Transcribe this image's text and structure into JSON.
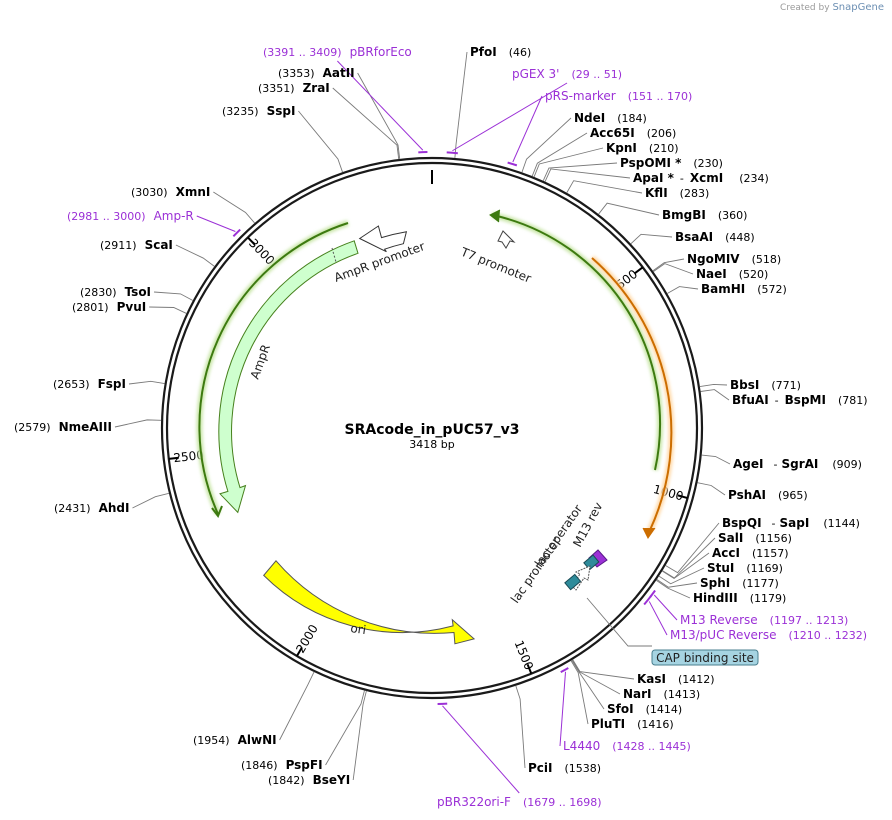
{
  "credit": {
    "prefix": "Created by",
    "brand": "SnapGene"
  },
  "plasmid": {
    "name": "SRAcode_in_pUC57_v3",
    "size_label": "3418 bp",
    "length": 3418
  },
  "ticks": [
    {
      "pos": 500,
      "label": "500"
    },
    {
      "pos": 1000,
      "label": "1000"
    },
    {
      "pos": 1500,
      "label": "1500"
    },
    {
      "pos": 2000,
      "label": "2000"
    },
    {
      "pos": 2500,
      "label": "2500"
    },
    {
      "pos": 3000,
      "label": "3000"
    }
  ],
  "enzymes": [
    {
      "name": "PfoI",
      "pos_label": "(46)",
      "pos": 46
    },
    {
      "name": "NdeI",
      "pos_label": "(184)",
      "pos": 184
    },
    {
      "name": "Acc65I",
      "pos_label": "(206)",
      "pos": 206
    },
    {
      "name": "KpnI",
      "pos_label": "(210)",
      "pos": 210
    },
    {
      "name": "PspOMI *",
      "pos_label": "(230)",
      "pos": 230
    },
    {
      "name": "ApaI *",
      "pair": "XcmI",
      "pos_label": "(234)",
      "pos": 234
    },
    {
      "name": "KflI",
      "pos_label": "(283)",
      "pos": 283
    },
    {
      "name": "BmgBI",
      "pos_label": "(360)",
      "pos": 360
    },
    {
      "name": "BsaAI",
      "pos_label": "(448)",
      "pos": 448
    },
    {
      "name": "NgoMIV",
      "pos_label": "(518)",
      "pos": 518
    },
    {
      "name": "NaeI",
      "pos_label": "(520)",
      "pos": 520
    },
    {
      "name": "BamHI",
      "pos_label": "(572)",
      "pos": 572
    },
    {
      "name": "BbsI",
      "pos_label": "(771)",
      "pos": 771
    },
    {
      "name": "BfuAI",
      "pair": "BspMI",
      "pos_label": "(781)",
      "pos": 781
    },
    {
      "name": "AgeI",
      "pair": "SgrAI",
      "pos_label": "(909)",
      "pos": 909
    },
    {
      "name": "PshAI",
      "pos_label": "(965)",
      "pos": 965
    },
    {
      "name": "BspQI",
      "pair": "SapI",
      "pos_label": "(1144)",
      "pos": 1144
    },
    {
      "name": "SalI",
      "pos_label": "(1156)",
      "pos": 1156
    },
    {
      "name": "AccI",
      "pos_label": "(1157)",
      "pos": 1157
    },
    {
      "name": "StuI",
      "pos_label": "(1169)",
      "pos": 1169
    },
    {
      "name": "SphI",
      "pos_label": "(1177)",
      "pos": 1177
    },
    {
      "name": "HindIII",
      "pos_label": "(1179)",
      "pos": 1179
    },
    {
      "name": "KasI",
      "pos_label": "(1412)",
      "pos": 1412
    },
    {
      "name": "NarI",
      "pos_label": "(1413)",
      "pos": 1413
    },
    {
      "name": "SfoI",
      "pos_label": "(1414)",
      "pos": 1414
    },
    {
      "name": "PluTI",
      "pos_label": "(1416)",
      "pos": 1416
    },
    {
      "name": "PciI",
      "pos_label": "(1538)",
      "pos": 1538
    },
    {
      "name": "BseYI",
      "pos_label": "(1842)",
      "pos": 1842
    },
    {
      "name": "PspFI",
      "pos_label": "(1846)",
      "pos": 1846
    },
    {
      "name": "AlwNI",
      "pos_label": "(1954)",
      "pos": 1954
    },
    {
      "name": "AhdI",
      "pos_label": "(2431)",
      "pos": 2431
    },
    {
      "name": "NmeAIII",
      "pos_label": "(2579)",
      "pos": 2579
    },
    {
      "name": "FspI",
      "pos_label": "(2653)",
      "pos": 2653
    },
    {
      "name": "PvuI",
      "pos_label": "(2801)",
      "pos": 2801
    },
    {
      "name": "TsoI",
      "pos_label": "(2830)",
      "pos": 2830
    },
    {
      "name": "ScaI",
      "pos_label": "(2911)",
      "pos": 2911
    },
    {
      "name": "XmnI",
      "pos_label": "(3030)",
      "pos": 3030
    },
    {
      "name": "SspI",
      "pos_label": "(3235)",
      "pos": 3235
    },
    {
      "name": "ZraI",
      "pos_label": "(3351)",
      "pos": 3351
    },
    {
      "name": "AatII",
      "pos_label": "(3353)",
      "pos": 3353
    }
  ],
  "primers": [
    {
      "name": "pBRforEco",
      "range_label": "(3391 .. 3409)",
      "start": 3391,
      "end": 3409
    },
    {
      "name": "pGEX 3'",
      "range_label": "(29 .. 51)",
      "start": 29,
      "end": 51
    },
    {
      "name": "pRS-marker",
      "range_label": "(151 .. 170)",
      "start": 151,
      "end": 170
    },
    {
      "name": "M13 Reverse",
      "range_label": "(1197 .. 1213)",
      "start": 1197,
      "end": 1213
    },
    {
      "name": "M13/pUC Reverse",
      "range_label": "(1210 .. 1232)",
      "start": 1210,
      "end": 1232
    },
    {
      "name": "L4440",
      "range_label": "(1428 .. 1445)",
      "start": 1428,
      "end": 1445
    },
    {
      "name": "pBR322ori-F",
      "range_label": "(1679 .. 1698)",
      "start": 1679,
      "end": 1698
    },
    {
      "name": "Amp-R",
      "range_label": "(2981 .. 3000)",
      "start": 2981,
      "end": 3000
    }
  ],
  "features": [
    {
      "name": "AmpR promoter"
    },
    {
      "name": "AmpR"
    },
    {
      "name": "T7 promoter"
    },
    {
      "name": "ori"
    },
    {
      "name": "lac operator"
    },
    {
      "name": "lac promoter"
    },
    {
      "name": "M13 rev"
    },
    {
      "name": "CAP binding site"
    }
  ],
  "colors": {
    "backbone": "#1a1a1a",
    "enzyme_text": "#000000",
    "primer": "#9b30d6",
    "ampr_fill": "#ccffcc",
    "ori_fill": "#ffff00",
    "orf_green": "#3d7a10",
    "orf_orange": "#cc6d00",
    "lac_teal": "#2e8b9a",
    "cap_fill": "#a6d4e2"
  }
}
